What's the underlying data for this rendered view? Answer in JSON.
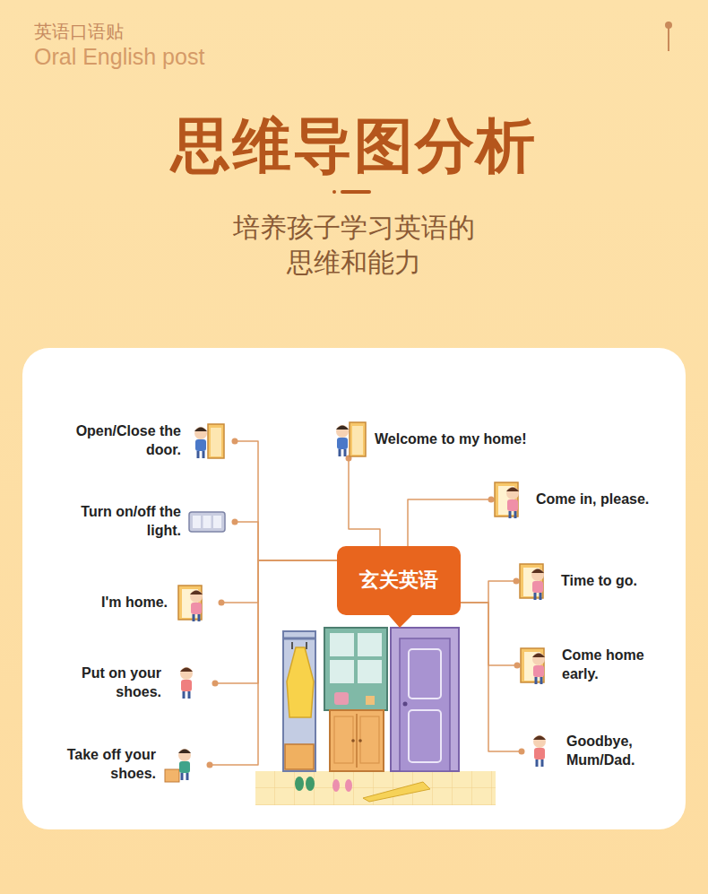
{
  "diagram": {
    "title": "思维导图分析",
    "nodes": [
      {
        "text": [
          "玄关英语"
        ]
      },
      {
        "text": [
          "Open/Close the door."
        ]
      },
      {
        "text": [
          "Turn on/off the light."
        ]
      },
      {
        "text": [
          "I'm home."
        ]
      },
      {
        "text": [
          "Put on your shoes."
        ]
      },
      {
        "text": [
          "Take off your shoes."
        ]
      },
      {
        "text": [
          "Welcome to my home!"
        ]
      },
      {
        "text": [
          "Come in, please."
        ]
      },
      {
        "text": [
          "Time to go."
        ]
      },
      {
        "text": [
          "Come home early."
        ]
      },
      {
        "text": [
          "Goodbye, Mum/Dad."
        ]
      }
    ],
    "edges": [
      {
        "from": 0,
        "to": 1,
        "arrow": "none"
      },
      {
        "from": 0,
        "to": 2,
        "arrow": "none"
      },
      {
        "from": 0,
        "to": 3,
        "arrow": "none"
      },
      {
        "from": 0,
        "to": 4,
        "arrow": "none"
      },
      {
        "from": 0,
        "to": 5,
        "arrow": "none"
      },
      {
        "from": 0,
        "to": 6,
        "arrow": "none"
      },
      {
        "from": 0,
        "to": 7,
        "arrow": "none"
      },
      {
        "from": 0,
        "to": 8,
        "arrow": "none"
      },
      {
        "from": 0,
        "to": 9,
        "arrow": "none"
      },
      {
        "from": 0,
        "to": 10,
        "arrow": "none"
      }
    ],
    "labels": [
      "英语口语贴",
      "Oral English post",
      "培养孩子学习英语的",
      "思维和能力"
    ]
  }
}
